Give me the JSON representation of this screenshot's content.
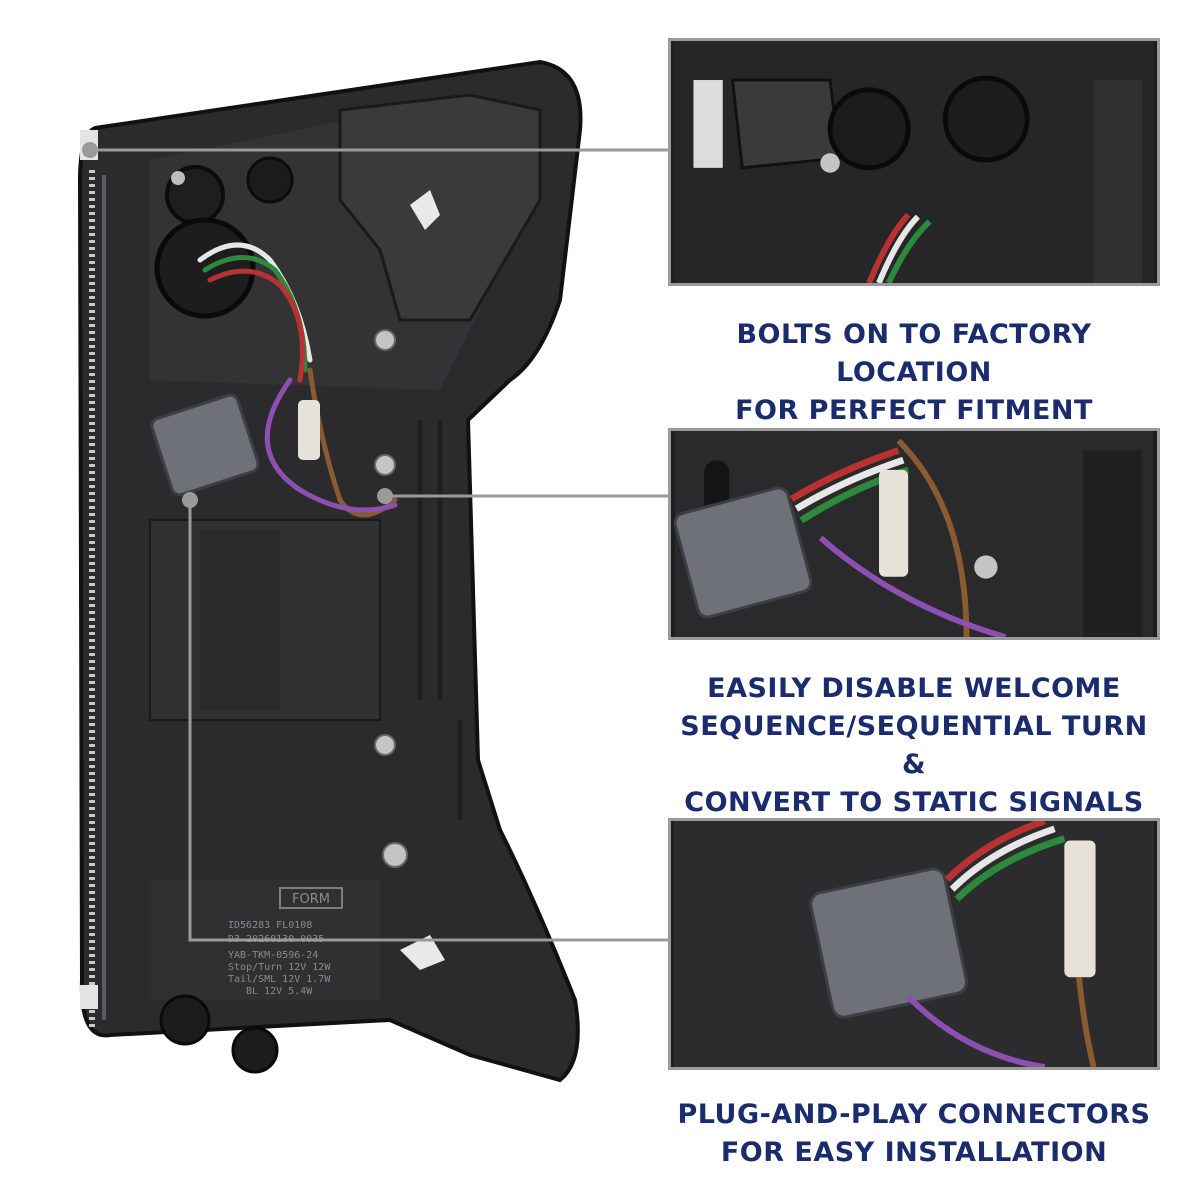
{
  "callouts": [
    {
      "lines": [
        "BOLTS ON TO FACTORY LOCATION",
        "FOR PERFECT FITMENT"
      ]
    },
    {
      "lines": [
        "EASILY DISABLE WELCOME",
        "SEQUENCE/SEQUENTIAL TURN &",
        "CONVERT TO STATIC SIGNALS"
      ]
    },
    {
      "lines": [
        "PLUG-AND-PLAY CONNECTORS",
        "FOR EASY INSTALLATION"
      ]
    }
  ],
  "label_plate": {
    "logo": "FORM",
    "lines": [
      "ID56283   FL0108",
      "D3  20260130-0035",
      "YAB-TKM-0596-24",
      "Stop/Turn  12V  12W",
      "Tail/SML  12V  1.7W",
      "BL  12V  5.4W"
    ]
  },
  "colors": {
    "caption": "#1a2b6e",
    "leader": "#9a9a9a",
    "housing": "#2a2a2c",
    "frame": "#9a9a9a"
  }
}
